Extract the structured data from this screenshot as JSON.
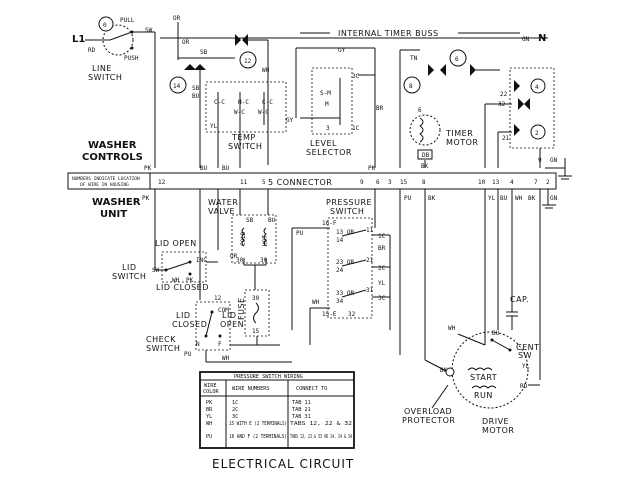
{
  "diagram": {
    "title": "ELECTRICAL CIRCUIT",
    "internal_timer_buss": "INTERNAL TIMER BUSS",
    "washer_controls": "WASHER",
    "washer_controls_2": "CONTROLS",
    "washer_unit": "WASHER",
    "washer_unit_2": "UNIT",
    "connector_label": "5 CONNECTOR",
    "connector_note_1": "NUMBERS INDICATE LOCATION",
    "connector_note_2": "OF WIRE IN HOUSING",
    "l1": "L1",
    "n": "N",
    "line_switch": "LINE",
    "line_switch_2": "SWITCH",
    "pull": "PULL",
    "push": "PUSH",
    "temp_switch": "TEMP",
    "temp_switch_2": "SWITCH",
    "level_selector": "LEVEL",
    "level_selector_2": "SELECTOR",
    "timer_motor": "TIMER",
    "timer_motor_2": "MOTOR",
    "water_valve": "WATER",
    "water_valve_2": "VALVE",
    "pressure_switch": "PRESSURE",
    "pressure_switch_2": "SWITCH",
    "lid_switch": "LID",
    "lid_switch_2": "SWITCH",
    "lid_open": "LID OPEN",
    "lid_closed": "LID CLOSED",
    "check_switch": "CHECK",
    "check_switch_2": "SWITCH",
    "check_lid_closed": "LID",
    "check_lid_closed_2": "CLOSED",
    "check_lid_open": "LID",
    "check_lid_open_2": "OPEN",
    "fuse": "FUSE",
    "cap": "CAP.",
    "start": "START",
    "run": "RUN",
    "cent_sw": "CENT",
    "cent_sw_2": "SW",
    "overload": "OVERLOAD",
    "overload_2": "PROTECTOR",
    "drive_motor": "DRIVE",
    "drive_motor_2": "MOTOR",
    "cold": "COLD",
    "hot": "HOT",
    "timer_numbers": [
      "0",
      "12",
      "14",
      "8",
      "6",
      "4",
      "2"
    ]
  },
  "wire_codes": {
    "rd": "RD",
    "pk": "PK",
    "bu": "BU",
    "gy": "GY",
    "or": "OR",
    "br": "BR",
    "yl": "YL",
    "wh": "WH",
    "pu": "PU",
    "bk": "BK",
    "tn": "TN",
    "gn": "GN",
    "sb": "SB",
    "sw": "SW",
    "inc": "INC",
    "com": "COM"
  },
  "connector_pins": [
    "PK",
    "12",
    "BU",
    "11",
    "PK",
    "9",
    "6",
    "3",
    "15",
    "8",
    "10",
    "13",
    "4",
    "7",
    "2",
    "BU",
    "5"
  ],
  "pressure_table": {
    "title": "PRESSURE SWITCH WIRING",
    "headers": [
      "WIRE COLOR",
      "WIRE NUMBERS",
      "CONNECT TO"
    ],
    "rows": [
      [
        "PK",
        "1C",
        "TAB 11"
      ],
      [
        "BR",
        "2C",
        "TAB 21"
      ],
      [
        "YL",
        "3C",
        "TAB 31"
      ],
      [
        "WH",
        "15 WITH E (2 TERMINALS)",
        "TABS 12, 22 & 32"
      ],
      [
        "PU",
        "16 AND F (2 TERMINALS)",
        "TABS 13, 23 & 33 OR 14, 24 & 34"
      ]
    ]
  }
}
